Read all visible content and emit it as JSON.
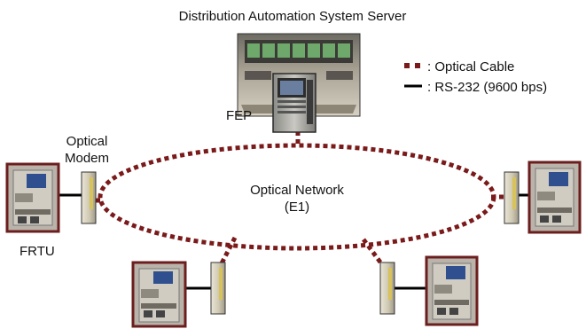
{
  "title": "Distribution Automation System Server",
  "legend": {
    "optical_cable": ": Optical Cable",
    "rs232": ": RS-232 (9600 bps)",
    "optical_cable_color": "#7a1a1a",
    "rs232_color": "#000000"
  },
  "labels": {
    "fep": "FEP",
    "optical_modem_line1": "Optical",
    "optical_modem_line2": "Modem",
    "network_line1": "Optical Network",
    "network_line2": "(E1)",
    "frtu": "FRTU"
  },
  "colors": {
    "cabinet_border": "#6b1e1e",
    "cabinet_body": "#b9b3aa",
    "modem_body": "#d8d2bf",
    "modem_accent": "#d8c25a",
    "screen_blue": "#2f4f8f"
  },
  "icons": [
    "server-room-image",
    "fep-rack-icon",
    "frtu-cabinet-icon",
    "optical-modem-icon"
  ]
}
